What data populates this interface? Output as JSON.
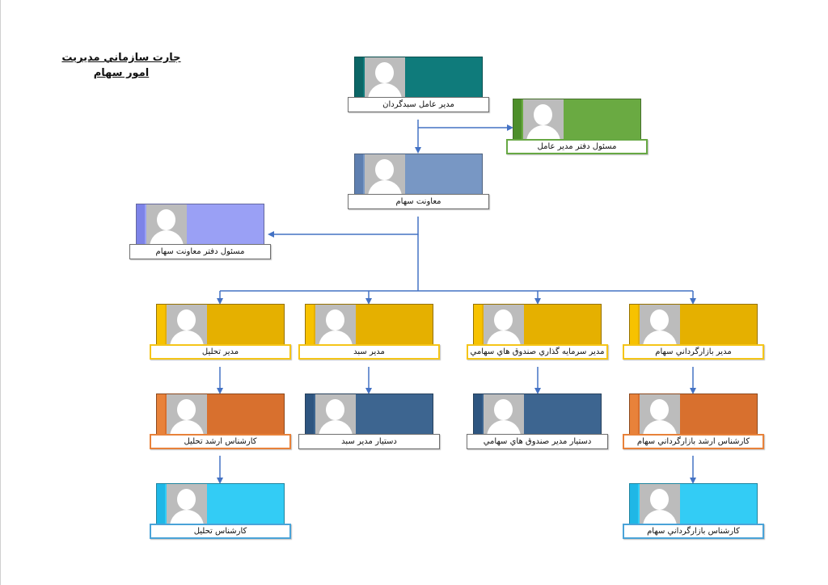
{
  "title": "جارت سازماني مديريت امور سهام",
  "nodes": [
    {
      "id": "ceo",
      "label": "مدير عامل سبدگردان",
      "color": "#0f7b7b",
      "strip": "#0b6666",
      "accent": ""
    },
    {
      "id": "ceo-office",
      "label": "مسئول دفتر مدير عامل",
      "color": "#6aaa42",
      "strip": "#4d8f2a",
      "accent": "green"
    },
    {
      "id": "vp-equity",
      "label": "معاونت سهام",
      "color": "#7897c4",
      "strip": "#5e7fb0",
      "accent": ""
    },
    {
      "id": "vp-office",
      "label": "مسئول دفتر معاونت سهام",
      "color": "#9aa0f5",
      "strip": "#7d83e8",
      "accent": ""
    },
    {
      "id": "analysis-mgr",
      "label": "مدير تحليل",
      "color": "#e5b000",
      "strip": "#f7c200",
      "accent": "yellow"
    },
    {
      "id": "portfolio-mgr",
      "label": "مدير سبد",
      "color": "#e5b000",
      "strip": "#f7c200",
      "accent": "yellow"
    },
    {
      "id": "fund-mgr",
      "label": "مدير سرمايه گذاري صندوق هاي سهامي",
      "color": "#e5b000",
      "strip": "#f7c200",
      "accent": "yellow"
    },
    {
      "id": "trading-mgr",
      "label": "مدير بازارگرداني سهام",
      "color": "#e5b000",
      "strip": "#f7c200",
      "accent": "yellow"
    },
    {
      "id": "senior-analyst",
      "label": "كارشناس ارشد تحليل",
      "color": "#d8702e",
      "strip": "#e8823a",
      "accent": "orange"
    },
    {
      "id": "portfolio-asst",
      "label": "دستيار مدير سبد",
      "color": "#3d6590",
      "strip": "#2e5580",
      "accent": ""
    },
    {
      "id": "fund-asst",
      "label": "دستيار مدير صندوق هاي سهامي",
      "color": "#3d6590",
      "strip": "#2e5580",
      "accent": ""
    },
    {
      "id": "senior-trader",
      "label": "كارشناس ارشد بازارگرداني سهام",
      "color": "#d8702e",
      "strip": "#e8823a",
      "accent": "orange"
    },
    {
      "id": "analyst",
      "label": "كارشناس تحليل",
      "color": "#33ccf5",
      "strip": "#1fb7e6",
      "accent": "blue"
    },
    {
      "id": "trader",
      "label": "كارشناس بازارگرداني سهام",
      "color": "#33ccf5",
      "strip": "#1fb7e6",
      "accent": "blue"
    }
  ],
  "connector_color": "#4472c4"
}
